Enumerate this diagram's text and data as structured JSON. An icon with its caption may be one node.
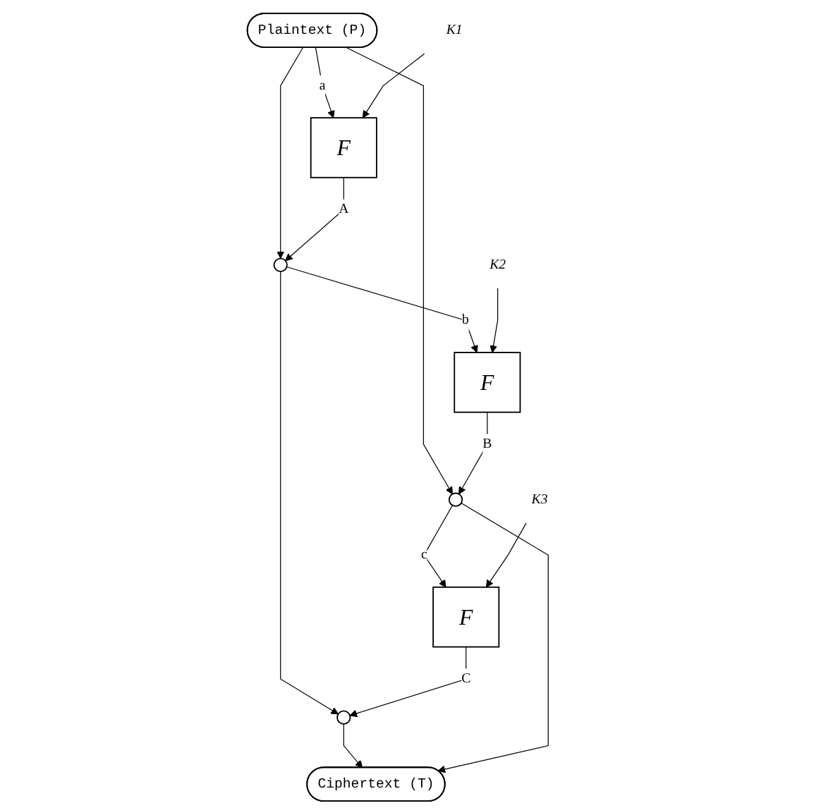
{
  "diagram": {
    "nodes": [
      {
        "text": [
          "Plaintext (P)"
        ]
      },
      {
        "text": [
          "K1"
        ]
      },
      {
        "text": [],
        "shape": "circle"
      },
      {
        "text": [
          "F"
        ]
      },
      {
        "text": [
          "K2"
        ]
      },
      {
        "text": [],
        "shape": "circle"
      },
      {
        "text": [
          "F"
        ]
      },
      {
        "text": [
          "K3"
        ]
      },
      {
        "text": [],
        "shape": "circle"
      },
      {
        "text": [
          "F"
        ]
      },
      {
        "text": [
          "Ciphertext (T)"
        ]
      }
    ],
    "edges": [
      {
        "from": 0,
        "to": 2,
        "arrow": "to"
      },
      {
        "from": 0,
        "to": 3,
        "label": "a",
        "arrow": "to"
      },
      {
        "from": 1,
        "to": 3,
        "arrow": "to"
      },
      {
        "from": 3,
        "to": 2,
        "label": "A",
        "arrow": "to"
      },
      {
        "from": 0,
        "to": 5,
        "arrow": "to"
      },
      {
        "from": 2,
        "to": 6,
        "label": "b",
        "arrow": "to"
      },
      {
        "from": 4,
        "to": 6,
        "arrow": "to"
      },
      {
        "from": 6,
        "to": 5,
        "label": "B",
        "arrow": "to"
      },
      {
        "from": 2,
        "to": 8,
        "arrow": "to"
      },
      {
        "from": 5,
        "to": 9,
        "label": "c",
        "arrow": "to"
      },
      {
        "from": 7,
        "to": 9,
        "arrow": "to"
      },
      {
        "from": 9,
        "to": 8,
        "label": "C",
        "arrow": "to"
      },
      {
        "from": 8,
        "to": 10,
        "arrow": "to"
      },
      {
        "from": 5,
        "to": 10,
        "arrow": "to"
      }
    ]
  }
}
